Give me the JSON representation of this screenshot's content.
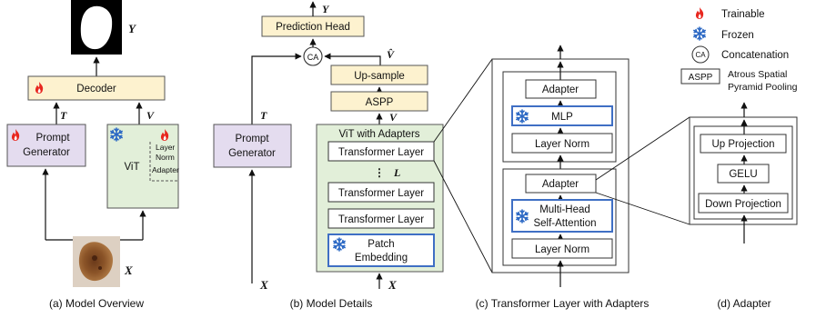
{
  "captions": {
    "a": "(a) Model Overview",
    "b": "(b) Model Details",
    "c": "(c) Transformer Layer with Adapters",
    "d": "(d) Adapter"
  },
  "legend": {
    "trainable": "Trainable",
    "frozen": "Frozen",
    "ca_symbol": "CA",
    "concatenation": "Concatenation",
    "aspp_symbol": "ASPP",
    "aspp_line1": "Atrous Spatial",
    "aspp_line2": "Pyramid Pooling"
  },
  "panel_a": {
    "decoder": "Decoder",
    "prompt_gen_1": "Prompt",
    "prompt_gen_2": "Generator",
    "vit": "ViT",
    "layer": "Layer",
    "norm": "Norm",
    "adapter": "Adapter",
    "sym_y": "Y",
    "sym_t": "T",
    "sym_v": "V",
    "sym_x": "X"
  },
  "panel_b": {
    "prediction_head": "Prediction Head",
    "ca": "CA",
    "upsample": "Up-sample",
    "aspp": "ASPP",
    "vit_adapters": "ViT with Adapters",
    "transformer_layer": "Transformer Layer",
    "dots": "⋮",
    "sym_l": "L",
    "patch_1": "Patch",
    "patch_2": "Embedding",
    "prompt_gen_1": "Prompt",
    "prompt_gen_2": "Generator",
    "sym_y": "Y",
    "sym_vhat": "V̂",
    "sym_v": "V",
    "sym_t": "T",
    "sym_x1": "X",
    "sym_x2": "X"
  },
  "panel_c": {
    "adapter": "Adapter",
    "mlp": "MLP",
    "layer_norm": "Layer Norm",
    "mha_1": "Multi-Head",
    "mha_2": "Self-Attention"
  },
  "panel_d": {
    "up_projection": "Up Projection",
    "gelu": "GELU",
    "down_projection": "Down Projection"
  },
  "colors": {
    "prompt_fill": "#e4dcef",
    "vit_fill": "#e2efd9",
    "decoder_fill": "#fdf2cf",
    "frozen_border": "#3f6fc4",
    "flame": "#e8271f",
    "snow": "#2b68c4"
  },
  "icons": [
    "flame-icon",
    "snowflake-icon",
    "lesion-image",
    "mask-image"
  ]
}
